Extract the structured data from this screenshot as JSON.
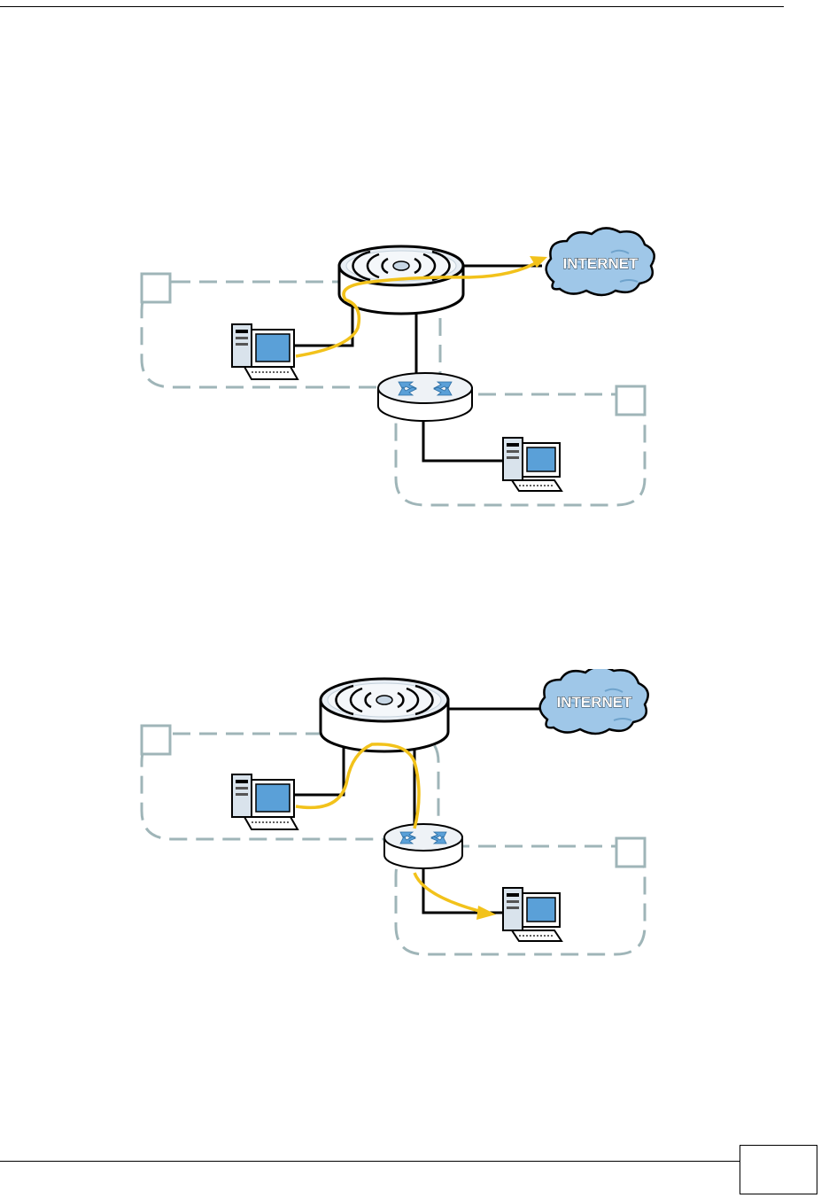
{
  "page": {
    "page_number": ""
  },
  "internet_label": "INTERNET",
  "colors": {
    "traffic_path": "#f2c21b",
    "zone_border": "#9fb5b8",
    "cloud_fill": "#9fc7e8",
    "device_accent": "#5aa0d8",
    "cable": "#000000"
  },
  "diagrams": [
    {
      "description_role": "traffic from zone 1 PC to internet",
      "zone_a_label": "",
      "zone_b_label": ""
    },
    {
      "description_role": "traffic from zone 1 PC to zone 2 PC",
      "zone_a_label": "",
      "zone_b_label": ""
    }
  ]
}
